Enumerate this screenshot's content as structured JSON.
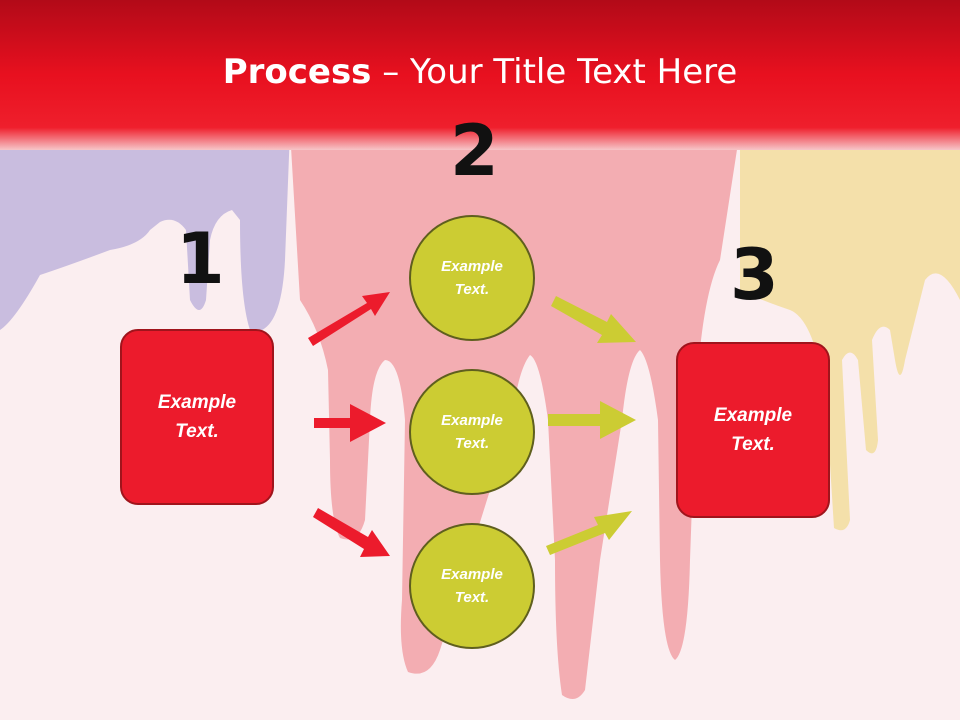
{
  "title": {
    "bold": "Process",
    "rest": " – Your Title Text Here"
  },
  "steps": {
    "one": "1",
    "two": "2",
    "three": "3"
  },
  "left_box": {
    "text": "Example Text."
  },
  "right_box": {
    "text": "Example Text."
  },
  "circles": [
    {
      "text": "Example Text."
    },
    {
      "text": "Example Text."
    },
    {
      "text": "Example Text."
    }
  ],
  "colors": {
    "red": "#ec1b2c",
    "olive": "#cccc33",
    "header": "#e8101f"
  }
}
